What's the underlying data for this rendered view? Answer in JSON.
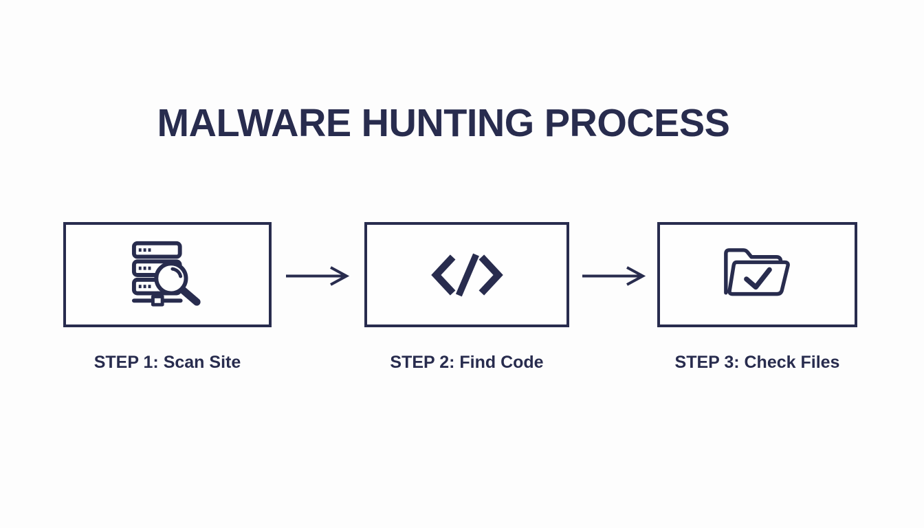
{
  "title": "MALWARE HUNTING PROCESS",
  "colors": {
    "ink": "#282c4e",
    "background": "#fdfdfd"
  },
  "steps": [
    {
      "label": "STEP 1: Scan Site",
      "icon": "server-search-icon"
    },
    {
      "label": "STEP 2: Find Code",
      "icon": "code-icon"
    },
    {
      "label": "STEP 3: Check Files",
      "icon": "folder-check-icon"
    }
  ],
  "connectors": [
    {
      "icon": "right-arrow-icon"
    },
    {
      "icon": "right-arrow-icon"
    }
  ]
}
